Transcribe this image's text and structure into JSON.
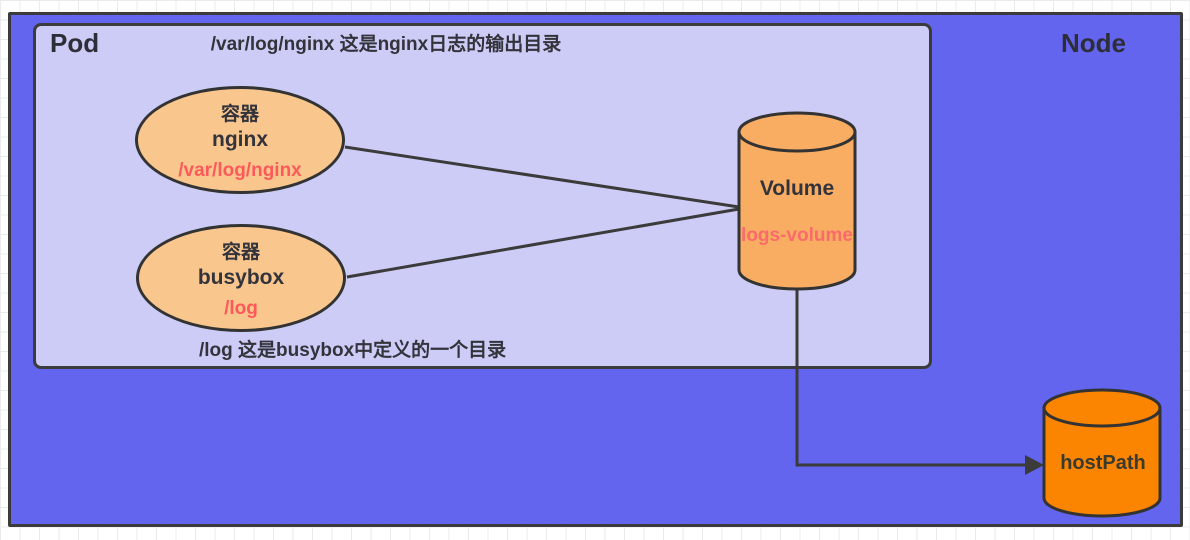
{
  "colors": {
    "node_fill": "#6365ee",
    "pod_fill": "#cdccf6",
    "container_fill": "#f9c78e",
    "volume_fill": "#f8ad62",
    "hostpath_fill": "#fb8500",
    "outline": "#3b3b3b",
    "path_text": "#fc5a5a",
    "volume_name_text": "#fa6b6b"
  },
  "node": {
    "label": "Node"
  },
  "pod": {
    "label": "Pod"
  },
  "annotations": {
    "nginx_log_note": "/var/log/nginx 这是nginx日志的输出目录",
    "busybox_log_note": "/log 这是busybox中定义的一个目录"
  },
  "containers": [
    {
      "type_label": "容器",
      "name": "nginx",
      "mount_path": "/var/log/nginx"
    },
    {
      "type_label": "容器",
      "name": "busybox",
      "mount_path": "/log"
    }
  ],
  "volume": {
    "label": "Volume",
    "name": "logs-volume"
  },
  "hostpath": {
    "label": "hostPath"
  }
}
